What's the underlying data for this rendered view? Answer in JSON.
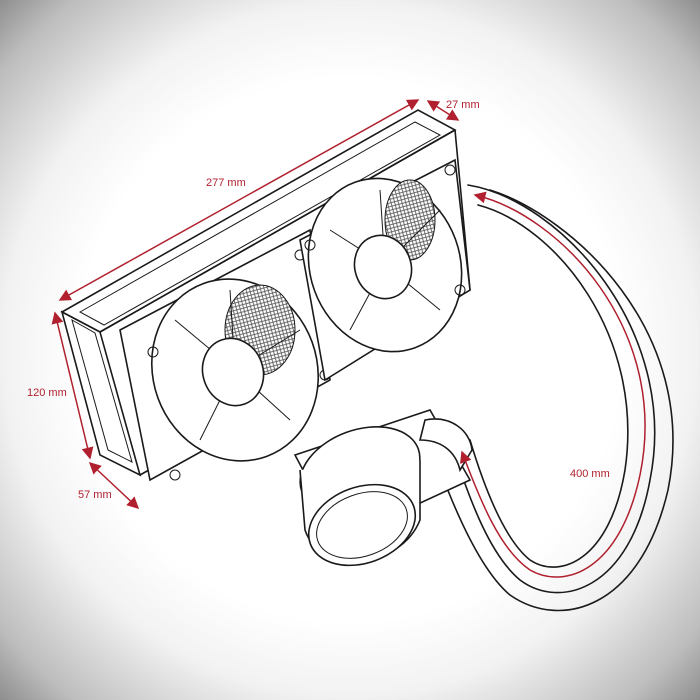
{
  "dimensions": {
    "length": "277 mm",
    "thickness": "27 mm",
    "height": "120 mm",
    "depth": "57 mm",
    "tube_length": "400 mm"
  },
  "colors": {
    "dimension": "#b0202e",
    "line": "#1a1a1a"
  }
}
